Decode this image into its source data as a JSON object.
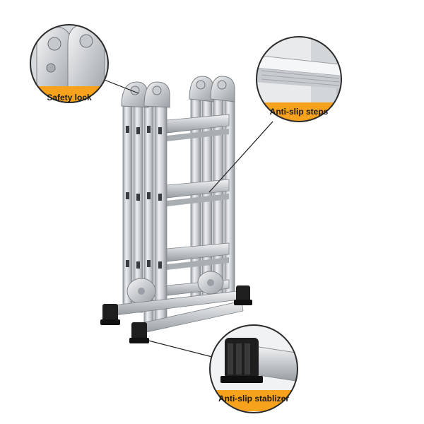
{
  "callouts": {
    "safety_lock": {
      "label": "Safety lock"
    },
    "anti_slip_steps": {
      "label": "Anti-slip steps"
    },
    "anti_slip_stabilizer": {
      "label": "Anti-slip stablizer"
    }
  },
  "colors": {
    "label_band": "#f6a21c",
    "ring": "#2b2b2b",
    "aluminium_light": "#e6e8ea",
    "aluminium_mid": "#b9bdc1",
    "aluminium_dark": "#8b9095",
    "foot": "#1e1e1e"
  }
}
